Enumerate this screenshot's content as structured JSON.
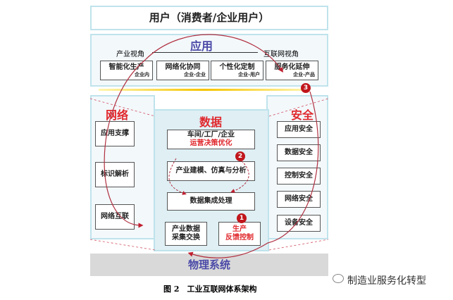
{
  "users": "用户（消费者/企业用户）",
  "app": {
    "title": "应用",
    "left_view": "产业视角",
    "right_view": "互联网视角",
    "items": [
      {
        "name": "智能化生产",
        "sub": "企业内"
      },
      {
        "name": "网络化协同",
        "sub": "企业-企业"
      },
      {
        "name": "个性化定制",
        "sub": "企业-用户"
      },
      {
        "name": "服务化延伸",
        "sub": "企业-产品"
      }
    ]
  },
  "network": {
    "title": "网络",
    "items": [
      "应用支撑",
      "标识解析",
      "网络互联"
    ]
  },
  "data": {
    "title": "数据",
    "top_line1": "车间/工厂/企业",
    "top_line2": "运营决策优化",
    "model": "产业建模、仿真与分析",
    "integration": "数据集成处理",
    "collect": "产业数据\n采集交换",
    "feedback1": "生产",
    "feedback2": "反馈控制"
  },
  "security": {
    "title": "安全",
    "items": [
      "应用安全",
      "数据安全",
      "控制安全",
      "网络安全",
      "设备安全"
    ]
  },
  "physical": "物理系统",
  "badges": [
    "1",
    "2",
    "3"
  ],
  "caption": "图 2　工业互联网体系架构",
  "watermark": "制造业服务化转型",
  "colors": {
    "accent_red": "#e0282d",
    "blue_title": "#4b4aa8",
    "panel_border": "#bfe3ec"
  }
}
